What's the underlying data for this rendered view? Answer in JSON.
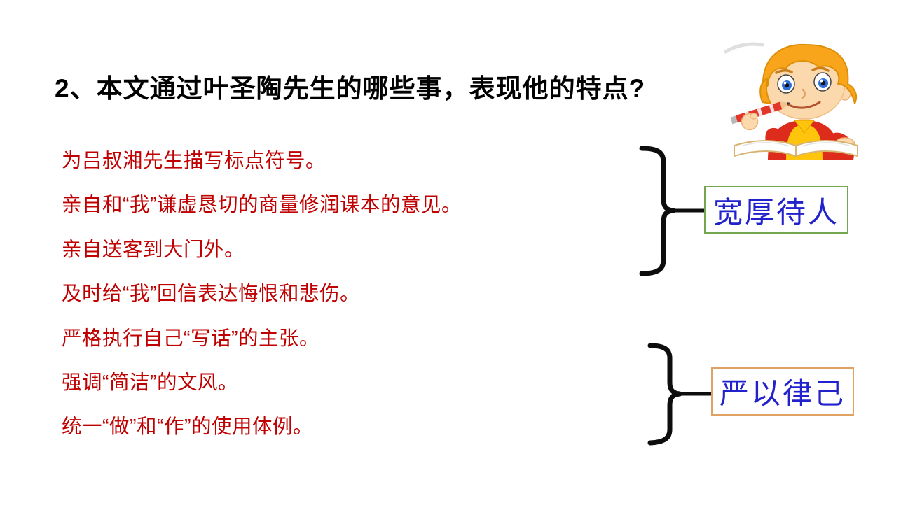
{
  "slide": {
    "title": "2、本文通过叶圣陶先生的哪些事，表现他的特点?",
    "items": [
      "为吕叔湘先生描写标点符号。",
      "亲自和“我”谦虚恳切的商量修润课本的意见。",
      "亲自送客到大门外。",
      "及时给“我”回信表达悔恨和悲伤。",
      "严格执行自己“写话”的主张。",
      "强调“简洁”的文风。",
      "统一“做”和“作”的使用体例。"
    ],
    "groups": [
      {
        "label": "宽厚待人",
        "border_color": "#74A54F",
        "covers_items": [
          0,
          1,
          2
        ]
      },
      {
        "label": "严以律己",
        "border_color": "#DFA164",
        "covers_items": [
          4,
          5,
          6
        ]
      }
    ],
    "colors": {
      "title": "#000000",
      "item_text": "#C00000",
      "label_text": "#2222CC",
      "brace": "#0D0D0D",
      "background": "#FFFFFF"
    },
    "illustration": "boy-writing-cartoon"
  }
}
